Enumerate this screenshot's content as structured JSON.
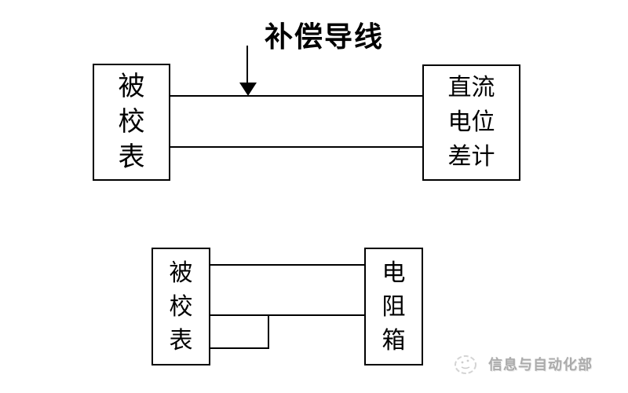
{
  "colors": {
    "background": "#ffffff",
    "line": "#000000",
    "text": "#000000",
    "watermark_text": "#ababab",
    "watermark_icon": "#d4d4d4"
  },
  "top_diagram": {
    "annotation": {
      "label": "补偿导线",
      "icon": "down-arrow-icon"
    },
    "left_box": {
      "name": "被校表",
      "rows": [
        "被",
        "校",
        "表"
      ]
    },
    "right_box": {
      "name": "直流电位差计",
      "rows": [
        "直流",
        "电位",
        "差计"
      ]
    },
    "connections": [
      "top-wire",
      "bottom-wire"
    ]
  },
  "bottom_diagram": {
    "left_box": {
      "name": "被校表",
      "rows": [
        "被",
        "校",
        "表"
      ]
    },
    "right_box": {
      "name": "电阻箱",
      "rows": [
        "电",
        "阻",
        "箱"
      ]
    },
    "connections": [
      "top-wire",
      "middle-wire",
      "shorting-stub"
    ]
  },
  "watermark": {
    "icon": "logo-circle-icon",
    "text": "信息与自动化部"
  }
}
